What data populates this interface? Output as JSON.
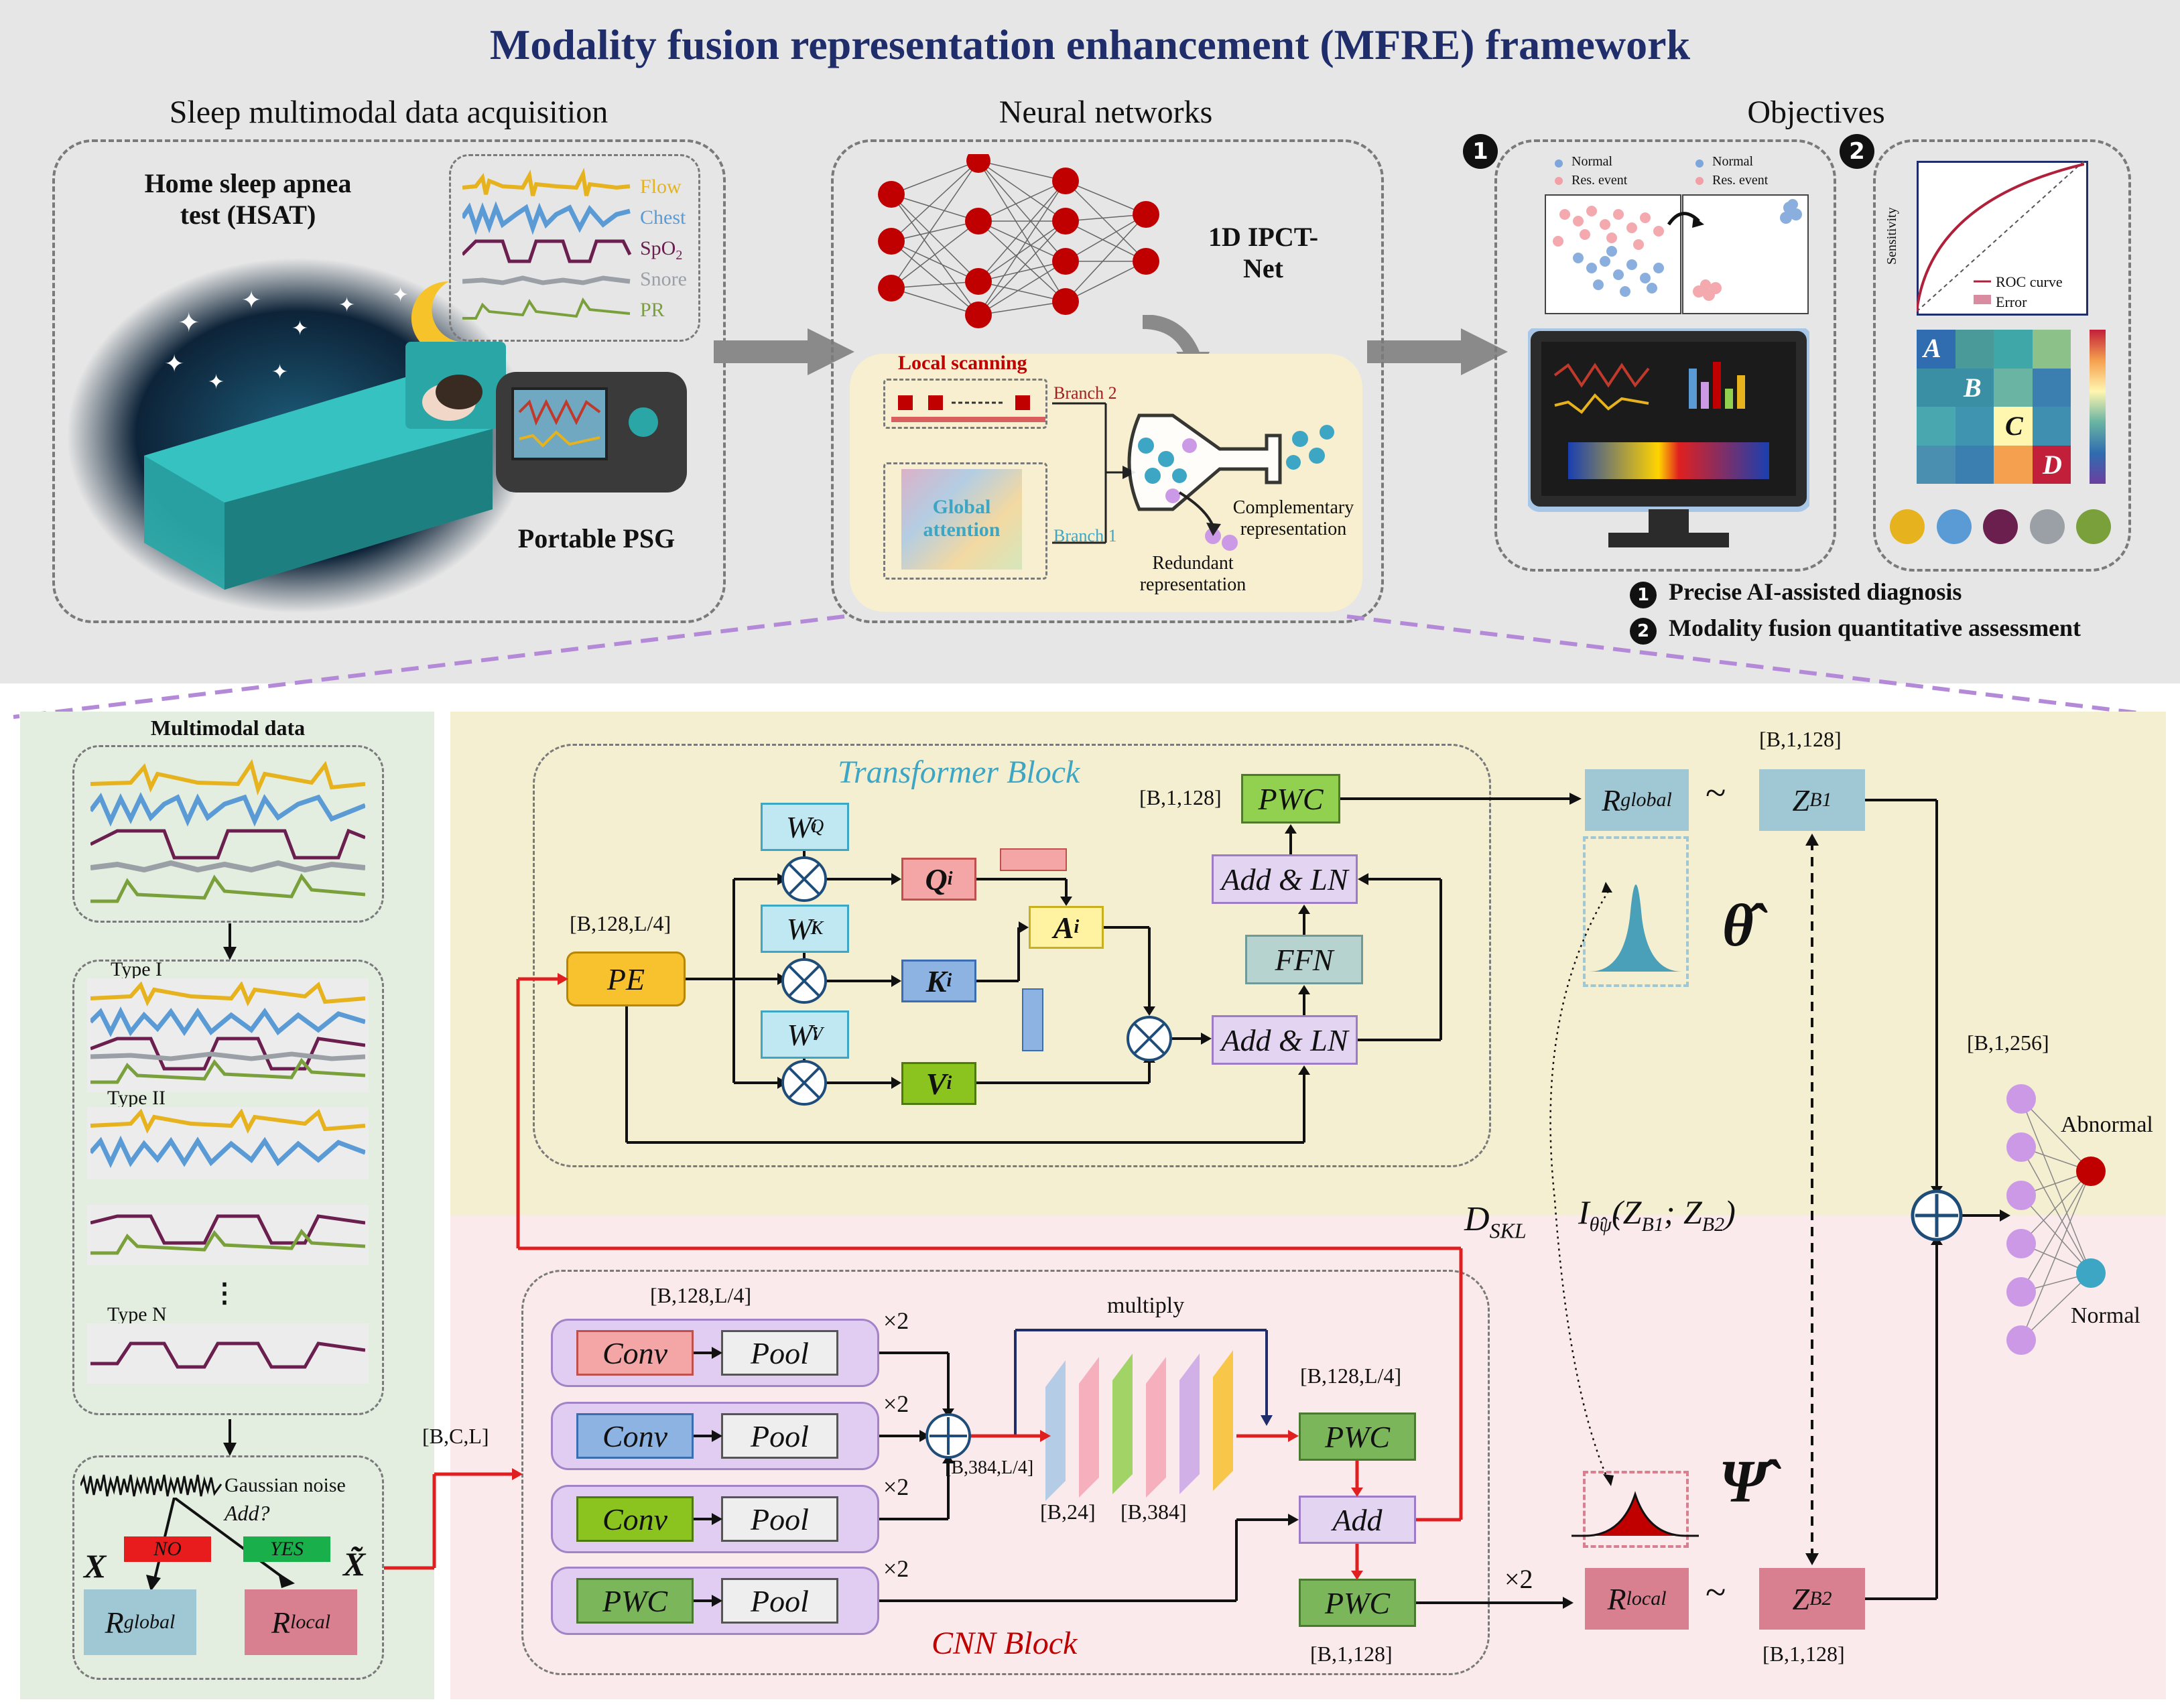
{
  "title": "Modality fusion representation enhancement (MFRE) framework",
  "sections": {
    "acquisition": "Sleep multimodal data acquisition",
    "networks": "Neural networks",
    "objectives": "Objectives"
  },
  "acquisition": {
    "hsat_line1": "Home sleep apnea",
    "hsat_line2": "test (HSAT)",
    "device": "Portable PSG",
    "signals": [
      "Flow",
      "Chest",
      "SpO",
      "Snore",
      "PR"
    ],
    "spo2_sub": "2"
  },
  "networks": {
    "model_line1": "1D IPCT-",
    "model_line2": "Net",
    "local_scanning": "Local scanning",
    "global_attention_1": "Global",
    "global_attention_2": "attention",
    "branch2": "Branch 2",
    "branch1": "Branch 1",
    "complementary_1": "Complementary",
    "complementary_2": "representation",
    "redundant_1": "Redundant",
    "redundant_2": "representation"
  },
  "objectives": {
    "badge1": "1",
    "badge2": "2",
    "legend_normal": "Normal",
    "legend_event": "Res. event",
    "sensitivity": "Sensitivity",
    "roc_curve": "ROC curve",
    "error": "Error",
    "matrix_labels": [
      "A",
      "B",
      "C",
      "D"
    ],
    "goal1": "Precise AI-assisted diagnosis",
    "goal2": "Modality fusion quantitative assessment"
  },
  "left": {
    "multimodal": "Multimodal data",
    "type1": "Type I",
    "type2": "Type II",
    "typeN": "Type N",
    "dots": "⋮",
    "gaussian": "Gaussian noise",
    "add": "Add?",
    "no": "NO",
    "yes": "YES",
    "x": "X",
    "xtilde": "X̃",
    "rglobal_r": "R",
    "rglobal_sub": "global",
    "rlocal_r": "R",
    "rlocal_sub": "local"
  },
  "transformer": {
    "title": "Transformer Block",
    "pe": "PE",
    "wq": "W",
    "q": "Q",
    "k": "K",
    "v": "V",
    "a": "A",
    "i": "i",
    "add_ln": "Add & LN",
    "ffn": "FFN",
    "pwc": "PWC",
    "shape_pe": "[B,128,L/4]",
    "shape_pwc": "[B,1,128]"
  },
  "cnn": {
    "title": "CNN Block",
    "conv": "Conv",
    "pool": "Pool",
    "pwc": "PWC",
    "add": "Add",
    "times2": "×2",
    "multiply": "multiply",
    "shape_in": "[B,C,L]",
    "shape_top": "[B,128,L/4]",
    "shape_cat": "[B,384,L/4]",
    "shape_b24": "[B,24]",
    "shape_b384": "[B,384]",
    "shape_pwc_in": "[B,128,L/4]",
    "shape_pwc_out": "[B,1,128]"
  },
  "fusion": {
    "rglobal": "R",
    "rglobal_sub": "global",
    "rlocal": "R",
    "rlocal_sub": "local",
    "tilde": "~",
    "zb1": "Z",
    "zb1_sub": "B1",
    "zb2": "Z",
    "zb2_sub": "B2",
    "theta": "θ̂",
    "psi": "Ψ̂",
    "dskl": "D",
    "dskl_sub": "SKL",
    "mi": "I",
    "mi_sub": "θ̂ψ̂",
    "mi_args": "(Z",
    "mi_b1": "B1",
    "mi_sep": "; Z",
    "mi_b2": "B2",
    "mi_end": ")",
    "shape_zb1": "[B,1,128]",
    "shape_zb2": "[B,1,128]",
    "shape_concat": "[B,1,256]",
    "times2": "×2",
    "abnormal": "Abnormal",
    "normal": "Normal"
  },
  "colors": {
    "title": "#1f2d6b",
    "flow": "#e6b31e",
    "chest": "#5b9bd5",
    "spo2": "#6b1f4f",
    "snore": "#9aa0a6",
    "pr": "#7aa03c",
    "red_arrow": "#e02020",
    "node_red": "#c00000",
    "node_purple": "#cc99e6"
  }
}
